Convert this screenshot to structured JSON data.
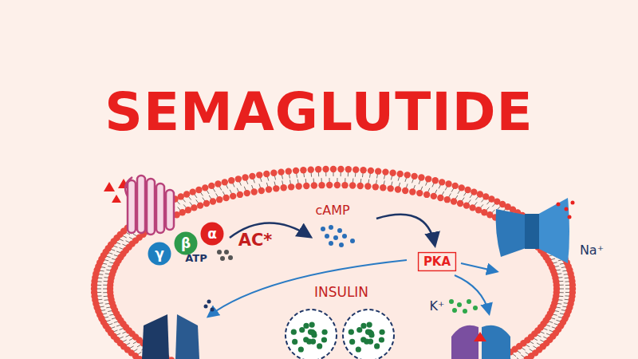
{
  "diagram": {
    "title": "SEMAGLUTIDE",
    "nodes": [
      {
        "text": [
          "γ"
        ]
      },
      {
        "text": [
          "β"
        ]
      },
      {
        "text": [
          "α"
        ]
      },
      {
        "text": [
          "PKA"
        ]
      }
    ],
    "labels": [
      "ATP",
      "AC*",
      "cAMP",
      "Na⁺",
      "INSULIN",
      "K⁺"
    ]
  }
}
